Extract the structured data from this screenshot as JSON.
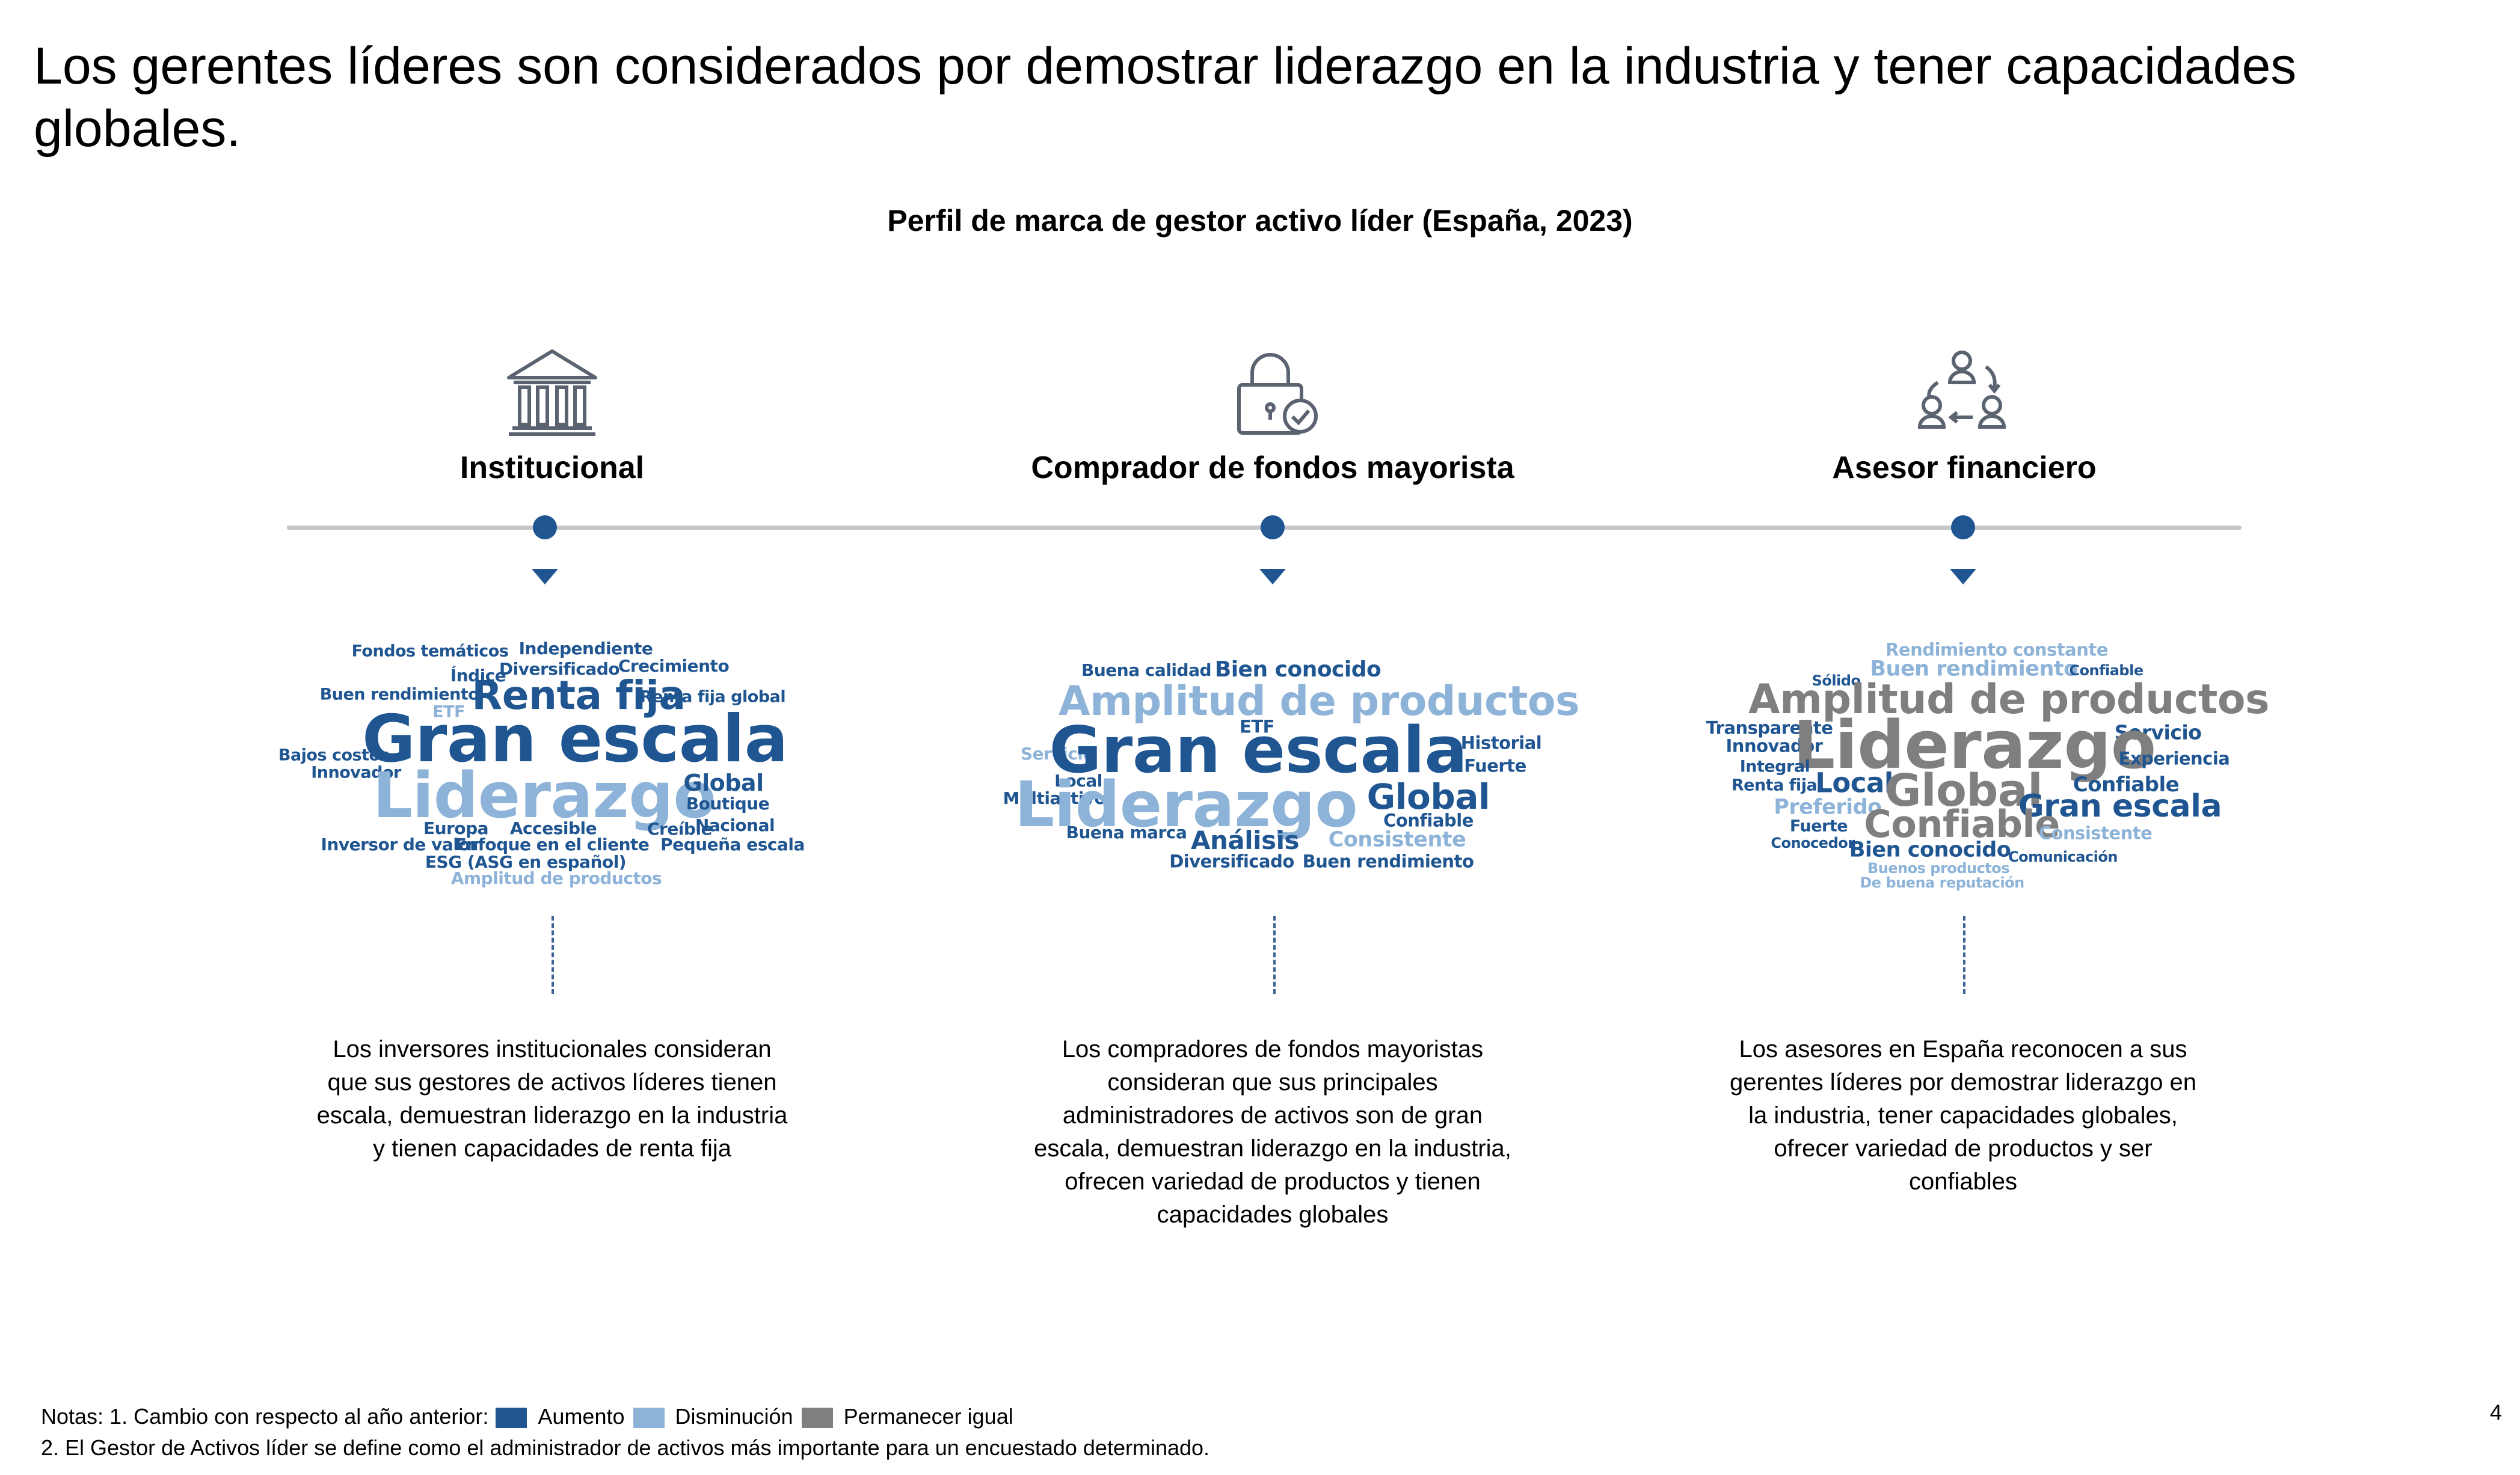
{
  "title": "Los gerentes líderes son considerados por demostrar liderazgo en la industria y tener capacidades globales.",
  "subtitle": "Perfil de marca de gestor activo líder (España, 2023)",
  "colors": {
    "increase": "#1f5591",
    "decrease": "#8db3d8",
    "same": "#7f7f7f",
    "timeline": "#c4c6cb"
  },
  "segments": [
    {
      "label": "Institucional",
      "icon": "bank-building-icon",
      "description": "Los inversores institucionales consideran que sus gestores de activos líderes tienen escala, demuestran liderazgo en la industria y tienen capacidades de renta fija",
      "words": [
        {
          "text": "Fondos temáticos",
          "change": "increase"
        },
        {
          "text": "Independiente",
          "change": "increase"
        },
        {
          "text": "Índice",
          "change": "increase"
        },
        {
          "text": "Diversificado",
          "change": "increase"
        },
        {
          "text": "Crecimiento",
          "change": "increase"
        },
        {
          "text": "Buen rendimiento",
          "change": "increase"
        },
        {
          "text": "Renta fija",
          "change": "increase"
        },
        {
          "text": "Renta fija global",
          "change": "increase"
        },
        {
          "text": "ETF",
          "change": "decrease"
        },
        {
          "text": "Gran escala",
          "change": "increase"
        },
        {
          "text": "Bajos costos",
          "change": "increase"
        },
        {
          "text": "Innovador",
          "change": "increase"
        },
        {
          "text": "Liderazgo",
          "change": "decrease"
        },
        {
          "text": "Global",
          "change": "increase"
        },
        {
          "text": "Boutique",
          "change": "increase"
        },
        {
          "text": "Europa",
          "change": "increase"
        },
        {
          "text": "Accesible",
          "change": "increase"
        },
        {
          "text": "Creíble",
          "change": "increase"
        },
        {
          "text": "Nacional",
          "change": "increase"
        },
        {
          "text": "Inversor de valor",
          "change": "increase"
        },
        {
          "text": "Enfoque en el cliente",
          "change": "increase"
        },
        {
          "text": "Pequeña escala",
          "change": "increase"
        },
        {
          "text": "ESG (ASG en español)",
          "change": "increase"
        },
        {
          "text": "Amplitud de productos",
          "change": "decrease"
        }
      ]
    },
    {
      "label": "Comprador de fondos mayorista",
      "icon": "lock-check-icon",
      "description": "Los compradores de fondos mayoristas consideran que sus principales administradores de activos son de gran escala, demuestran liderazgo en la industria, ofrecen variedad de productos y tienen capacidades globales",
      "words": [
        {
          "text": "Buena calidad",
          "change": "increase"
        },
        {
          "text": "Bien conocido",
          "change": "increase"
        },
        {
          "text": "Amplitud de productos",
          "change": "decrease"
        },
        {
          "text": "ETF",
          "change": "increase"
        },
        {
          "text": "Servicio",
          "change": "decrease"
        },
        {
          "text": "Gran escala",
          "change": "increase"
        },
        {
          "text": "Historial",
          "change": "increase"
        },
        {
          "text": "Fuerte",
          "change": "increase"
        },
        {
          "text": "Local",
          "change": "increase"
        },
        {
          "text": "Multiactivo",
          "change": "increase"
        },
        {
          "text": "Liderazgo",
          "change": "decrease"
        },
        {
          "text": "Global",
          "change": "increase"
        },
        {
          "text": "Confiable",
          "change": "increase"
        },
        {
          "text": "Buena marca",
          "change": "increase"
        },
        {
          "text": "Análisis",
          "change": "increase"
        },
        {
          "text": "Consistente",
          "change": "decrease"
        },
        {
          "text": "Diversificado",
          "change": "increase"
        },
        {
          "text": "Buen rendimiento",
          "change": "increase"
        }
      ]
    },
    {
      "label": "Asesor financiero",
      "icon": "people-cycle-icon",
      "description": "Los asesores en España reconocen a sus gerentes líderes por demostrar liderazgo en la industria, tener capacidades globales, ofrecer variedad de productos y ser confiables",
      "words": [
        {
          "text": "Rendimiento constante",
          "change": "decrease"
        },
        {
          "text": "Sólido",
          "change": "increase"
        },
        {
          "text": "Buen rendimiento",
          "change": "decrease"
        },
        {
          "text": "Confiable",
          "change": "increase"
        },
        {
          "text": "Amplitud de productos",
          "change": "same"
        },
        {
          "text": "Transparente",
          "change": "increase"
        },
        {
          "text": "Servicio",
          "change": "increase"
        },
        {
          "text": "Innovador",
          "change": "increase"
        },
        {
          "text": "Liderazgo",
          "change": "same"
        },
        {
          "text": "Experiencia",
          "change": "increase"
        },
        {
          "text": "Integral",
          "change": "increase"
        },
        {
          "text": "Renta fija",
          "change": "increase"
        },
        {
          "text": "Local",
          "change": "increase"
        },
        {
          "text": "Global",
          "change": "same"
        },
        {
          "text": "Confiable",
          "change": "increase"
        },
        {
          "text": "Preferido",
          "change": "decrease"
        },
        {
          "text": "Gran escala",
          "change": "increase"
        },
        {
          "text": "Fuerte",
          "change": "increase"
        },
        {
          "text": "Confiable",
          "change": "same"
        },
        {
          "text": "Consistente",
          "change": "decrease"
        },
        {
          "text": "Conocedor",
          "change": "increase"
        },
        {
          "text": "Bien conocido",
          "change": "increase"
        },
        {
          "text": "Comunicación",
          "change": "increase"
        },
        {
          "text": "Buenos productos",
          "change": "decrease"
        },
        {
          "text": "De buena reputación",
          "change": "decrease"
        }
      ]
    }
  ],
  "notes": {
    "line1_prefix": "Notas: 1. Cambio con respecto al año anterior:",
    "legend_increase": "Aumento",
    "legend_decrease": "Disminución",
    "legend_same": "Permanecer igual",
    "line2": "2. El Gestor de Activos líder se define como el administrador de activos más importante para un encuestado determinado."
  },
  "page_number": "4"
}
